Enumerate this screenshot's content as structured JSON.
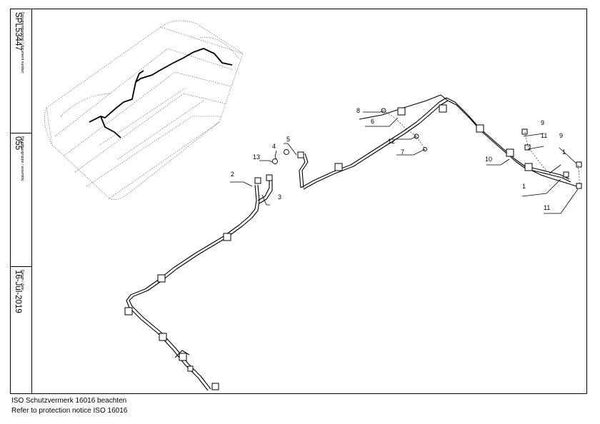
{
  "title_block": {
    "doc_label": "Dokumentnummer / document number",
    "doc_number": "SPL53447",
    "group_label": "Hauptbaugruppe / assembly",
    "group_number": "055",
    "date_label": "Datum / date",
    "date_value": "16-Jul-2019"
  },
  "callouts": [
    "8",
    "6",
    "12",
    "7",
    "5",
    "4",
    "13",
    "2",
    "3",
    "9",
    "11",
    "9",
    "10",
    "1",
    "1",
    "11"
  ],
  "footer": {
    "line1": "ISO Schutzvermerk 16016 beachten",
    "line2": "Refer to protection notice ISO 16016"
  }
}
